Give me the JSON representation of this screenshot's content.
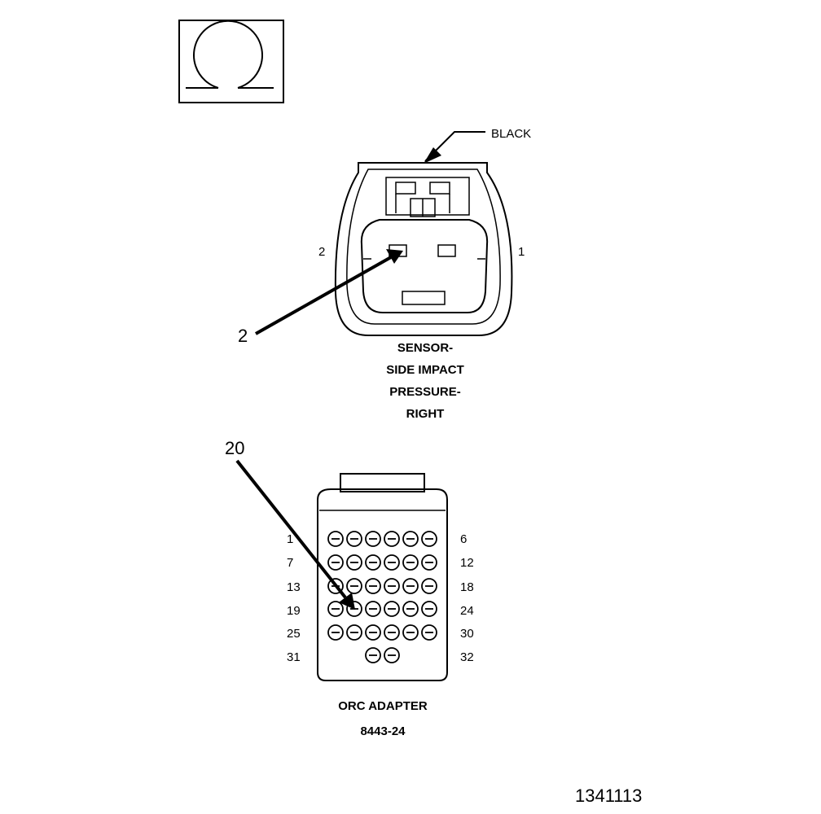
{
  "omega_symbol": {
    "icon": "ohm-resistance-icon"
  },
  "sensor": {
    "color_label": "BLACK",
    "pin_left": "2",
    "pin_right": "1",
    "callout": "2",
    "name_lines": [
      "SENSOR-",
      "SIDE IMPACT",
      "PRESSURE-",
      "RIGHT"
    ]
  },
  "adapter": {
    "callout": "20",
    "left_labels": [
      "1",
      "7",
      "13",
      "19",
      "25",
      "31"
    ],
    "right_labels": [
      "6",
      "12",
      "18",
      "24",
      "30",
      "32"
    ],
    "name": "ORC ADAPTER",
    "part_number": "8443-24"
  },
  "figure_id": "1341113"
}
